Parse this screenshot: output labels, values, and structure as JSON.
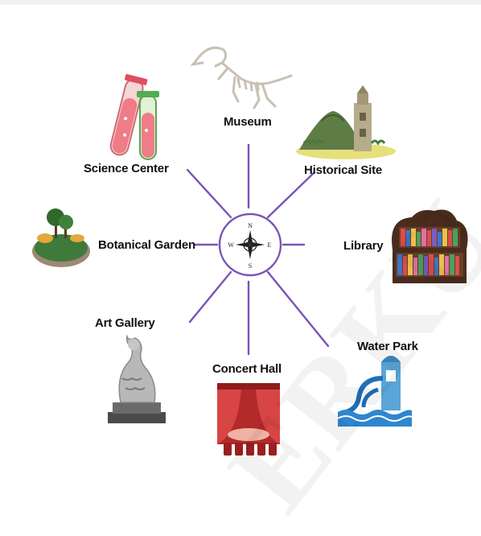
{
  "places": {
    "museum": "Museum",
    "science_center": "Science Center",
    "historical_site": "Historical Site",
    "botanical_garden": "Botanical Garden",
    "library": "Library",
    "art_gallery": "Art Gallery",
    "water_park": "Water Park",
    "concert_hall": "Concert Hall"
  },
  "compass": {
    "n": "N",
    "s": "S",
    "e": "E",
    "w": "W"
  },
  "watermark": "ERKU",
  "colors": {
    "spoke": "#7b52b8",
    "compass_ring": "#7b52b8"
  }
}
